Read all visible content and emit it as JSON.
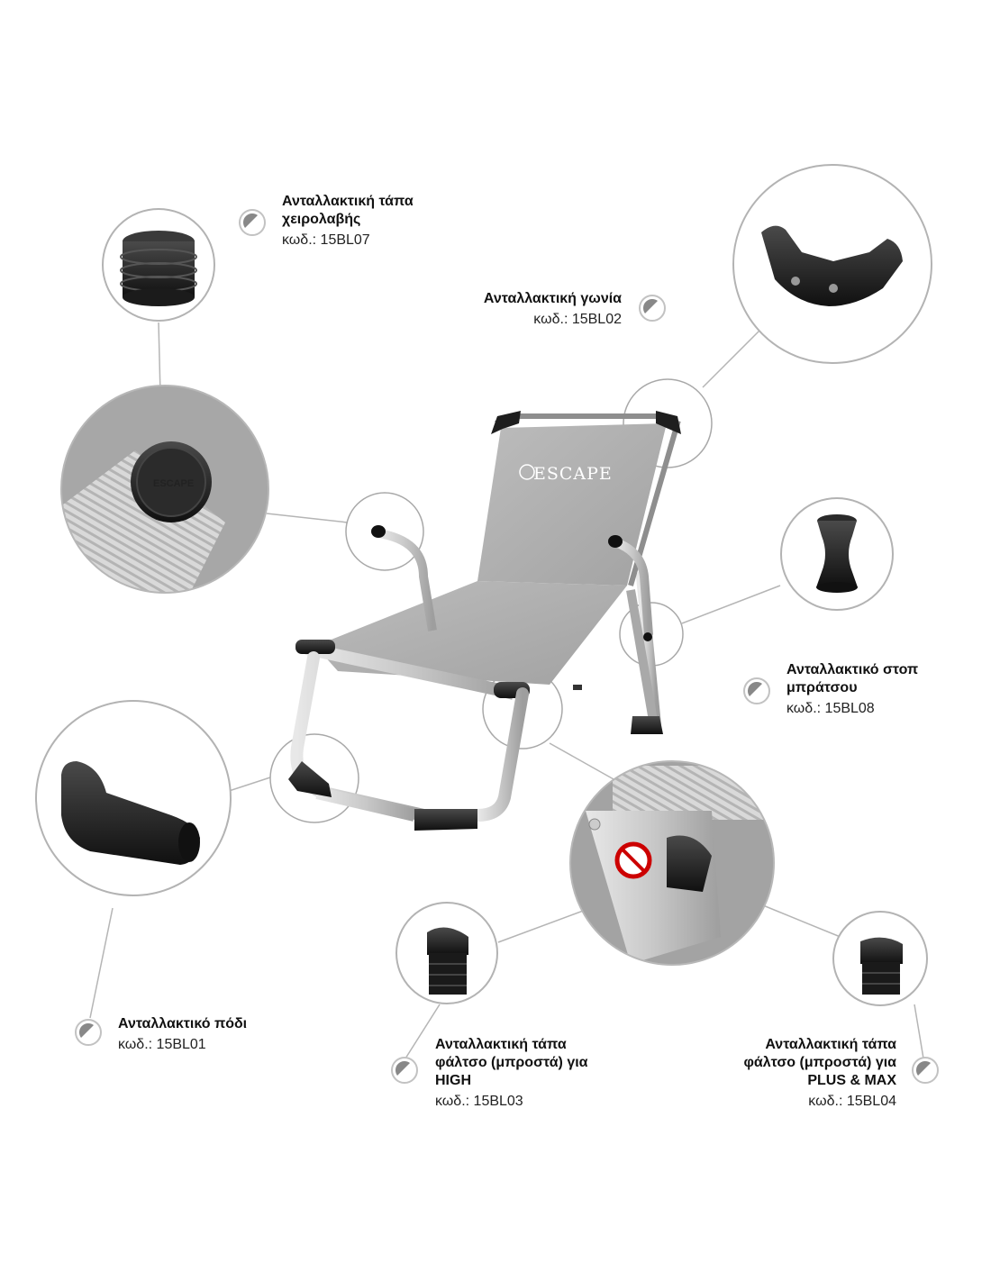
{
  "brand": {
    "name": "ESCAPE"
  },
  "parts": [
    {
      "id": "handle-cap",
      "title_lines": [
        "Ανταλλακτική τάπα",
        "χειρολαβής"
      ],
      "code": "κωδ.: 15BL07"
    },
    {
      "id": "corner",
      "title_lines": [
        "Ανταλλακτική γωνία"
      ],
      "code": "κωδ.: 15BL02"
    },
    {
      "id": "arm-stop",
      "title_lines": [
        "Ανταλλακτικό στοπ",
        "μπράτσου"
      ],
      "code": "κωδ.: 15BL08"
    },
    {
      "id": "foot",
      "title_lines": [
        "Ανταλλακτικό πόδι"
      ],
      "code": "κωδ.: 15BL01"
    },
    {
      "id": "front-cap-high",
      "title_lines": [
        "Ανταλλακτική τάπα",
        "φάλτσο (μπροστά) για",
        "HIGH"
      ],
      "code": "κωδ.: 15BL03"
    },
    {
      "id": "front-cap-plus-max",
      "title_lines": [
        "Ανταλλακτική τάπα",
        "φάλτσο (μπροστά) για",
        "PLUS & MAX"
      ],
      "code": "κωδ.: 15BL04"
    }
  ]
}
